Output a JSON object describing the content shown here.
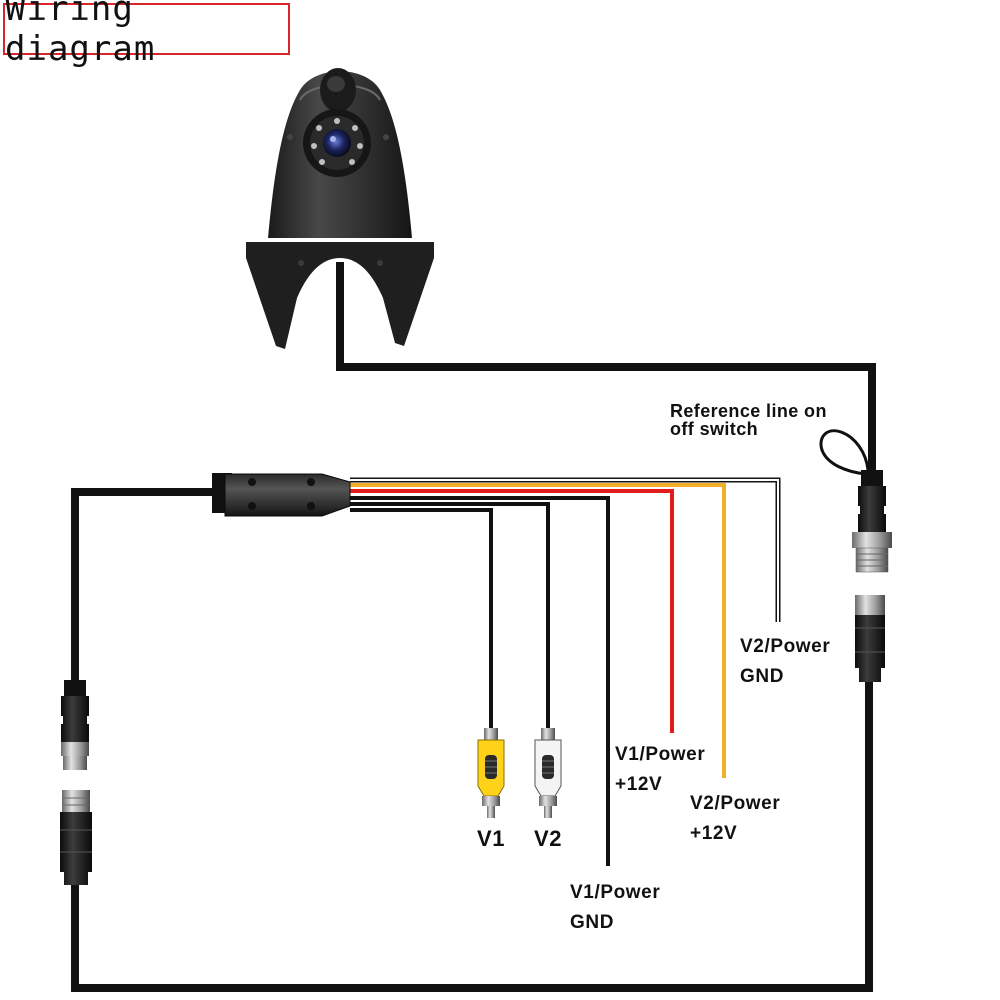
{
  "title": "Wiring diagram",
  "labels": {
    "reference_line": [
      "Reference line on",
      "off switch"
    ],
    "v1_plug": "V1",
    "v2_plug": "V2",
    "v1_power_positive": [
      "V1/Power",
      "+12V"
    ],
    "v2_power_positive": [
      "V2/Power",
      "+12V"
    ],
    "v1_power_gnd": [
      "V1/Power",
      "GND"
    ],
    "v2_power_gnd": [
      "V2/Power",
      "GND"
    ]
  },
  "colors": {
    "title_border": "#d9262b",
    "cable": "#111111",
    "red_wire": "#e21b1b",
    "yellow_wire": "#f2b02a",
    "white_wire": "#ffffff",
    "rca_yellow": "#ffd21a",
    "rca_white": "#f4f4f4"
  },
  "icons": {
    "camera": "roof-camera-icon",
    "connector": "aviation-connector-icon",
    "rca": "rca-plug-icon"
  }
}
